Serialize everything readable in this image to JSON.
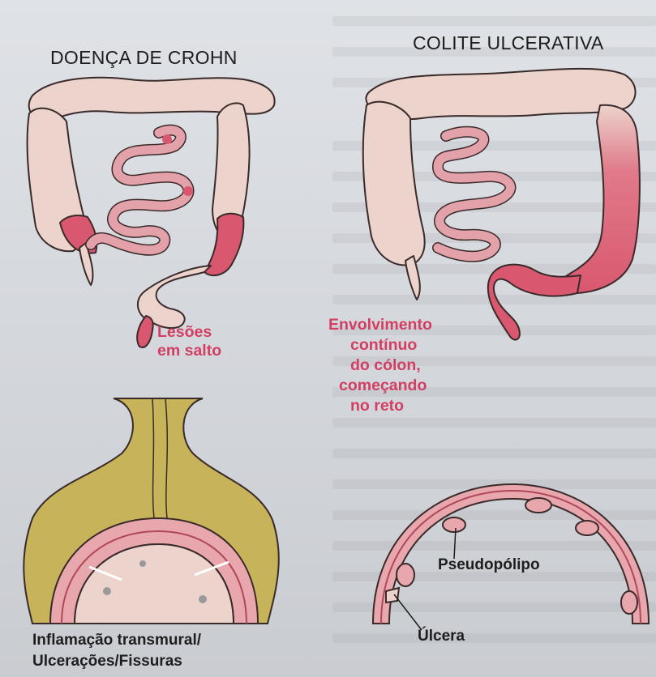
{
  "panels": {
    "crohn": {
      "title": "DOENÇA DE CROHN",
      "annotation": [
        "Lesões",
        "em salto"
      ]
    },
    "colitis": {
      "title": "COLITE ULCERATIVA",
      "annotation": [
        "Envolvimento",
        "contínuo",
        "do cólon,",
        "começando",
        "no reto"
      ]
    }
  },
  "cross_sections": {
    "crohn": {
      "caption": [
        "Inflamação transmural/",
        "Ulcerações/Fissuras"
      ]
    },
    "colitis": {
      "labels": {
        "pseudopolyp": "Pseudopólipo",
        "ulcer": "Úlcera"
      }
    }
  },
  "colors": {
    "colon_fill": "#ecd3cc",
    "colon_outline": "#3a2a2a",
    "lesion_red": "#d9586f",
    "small_intestine": "#e3a1a9",
    "fat_yellow": "#c7b35a",
    "annotation_red": "#d23f63"
  }
}
